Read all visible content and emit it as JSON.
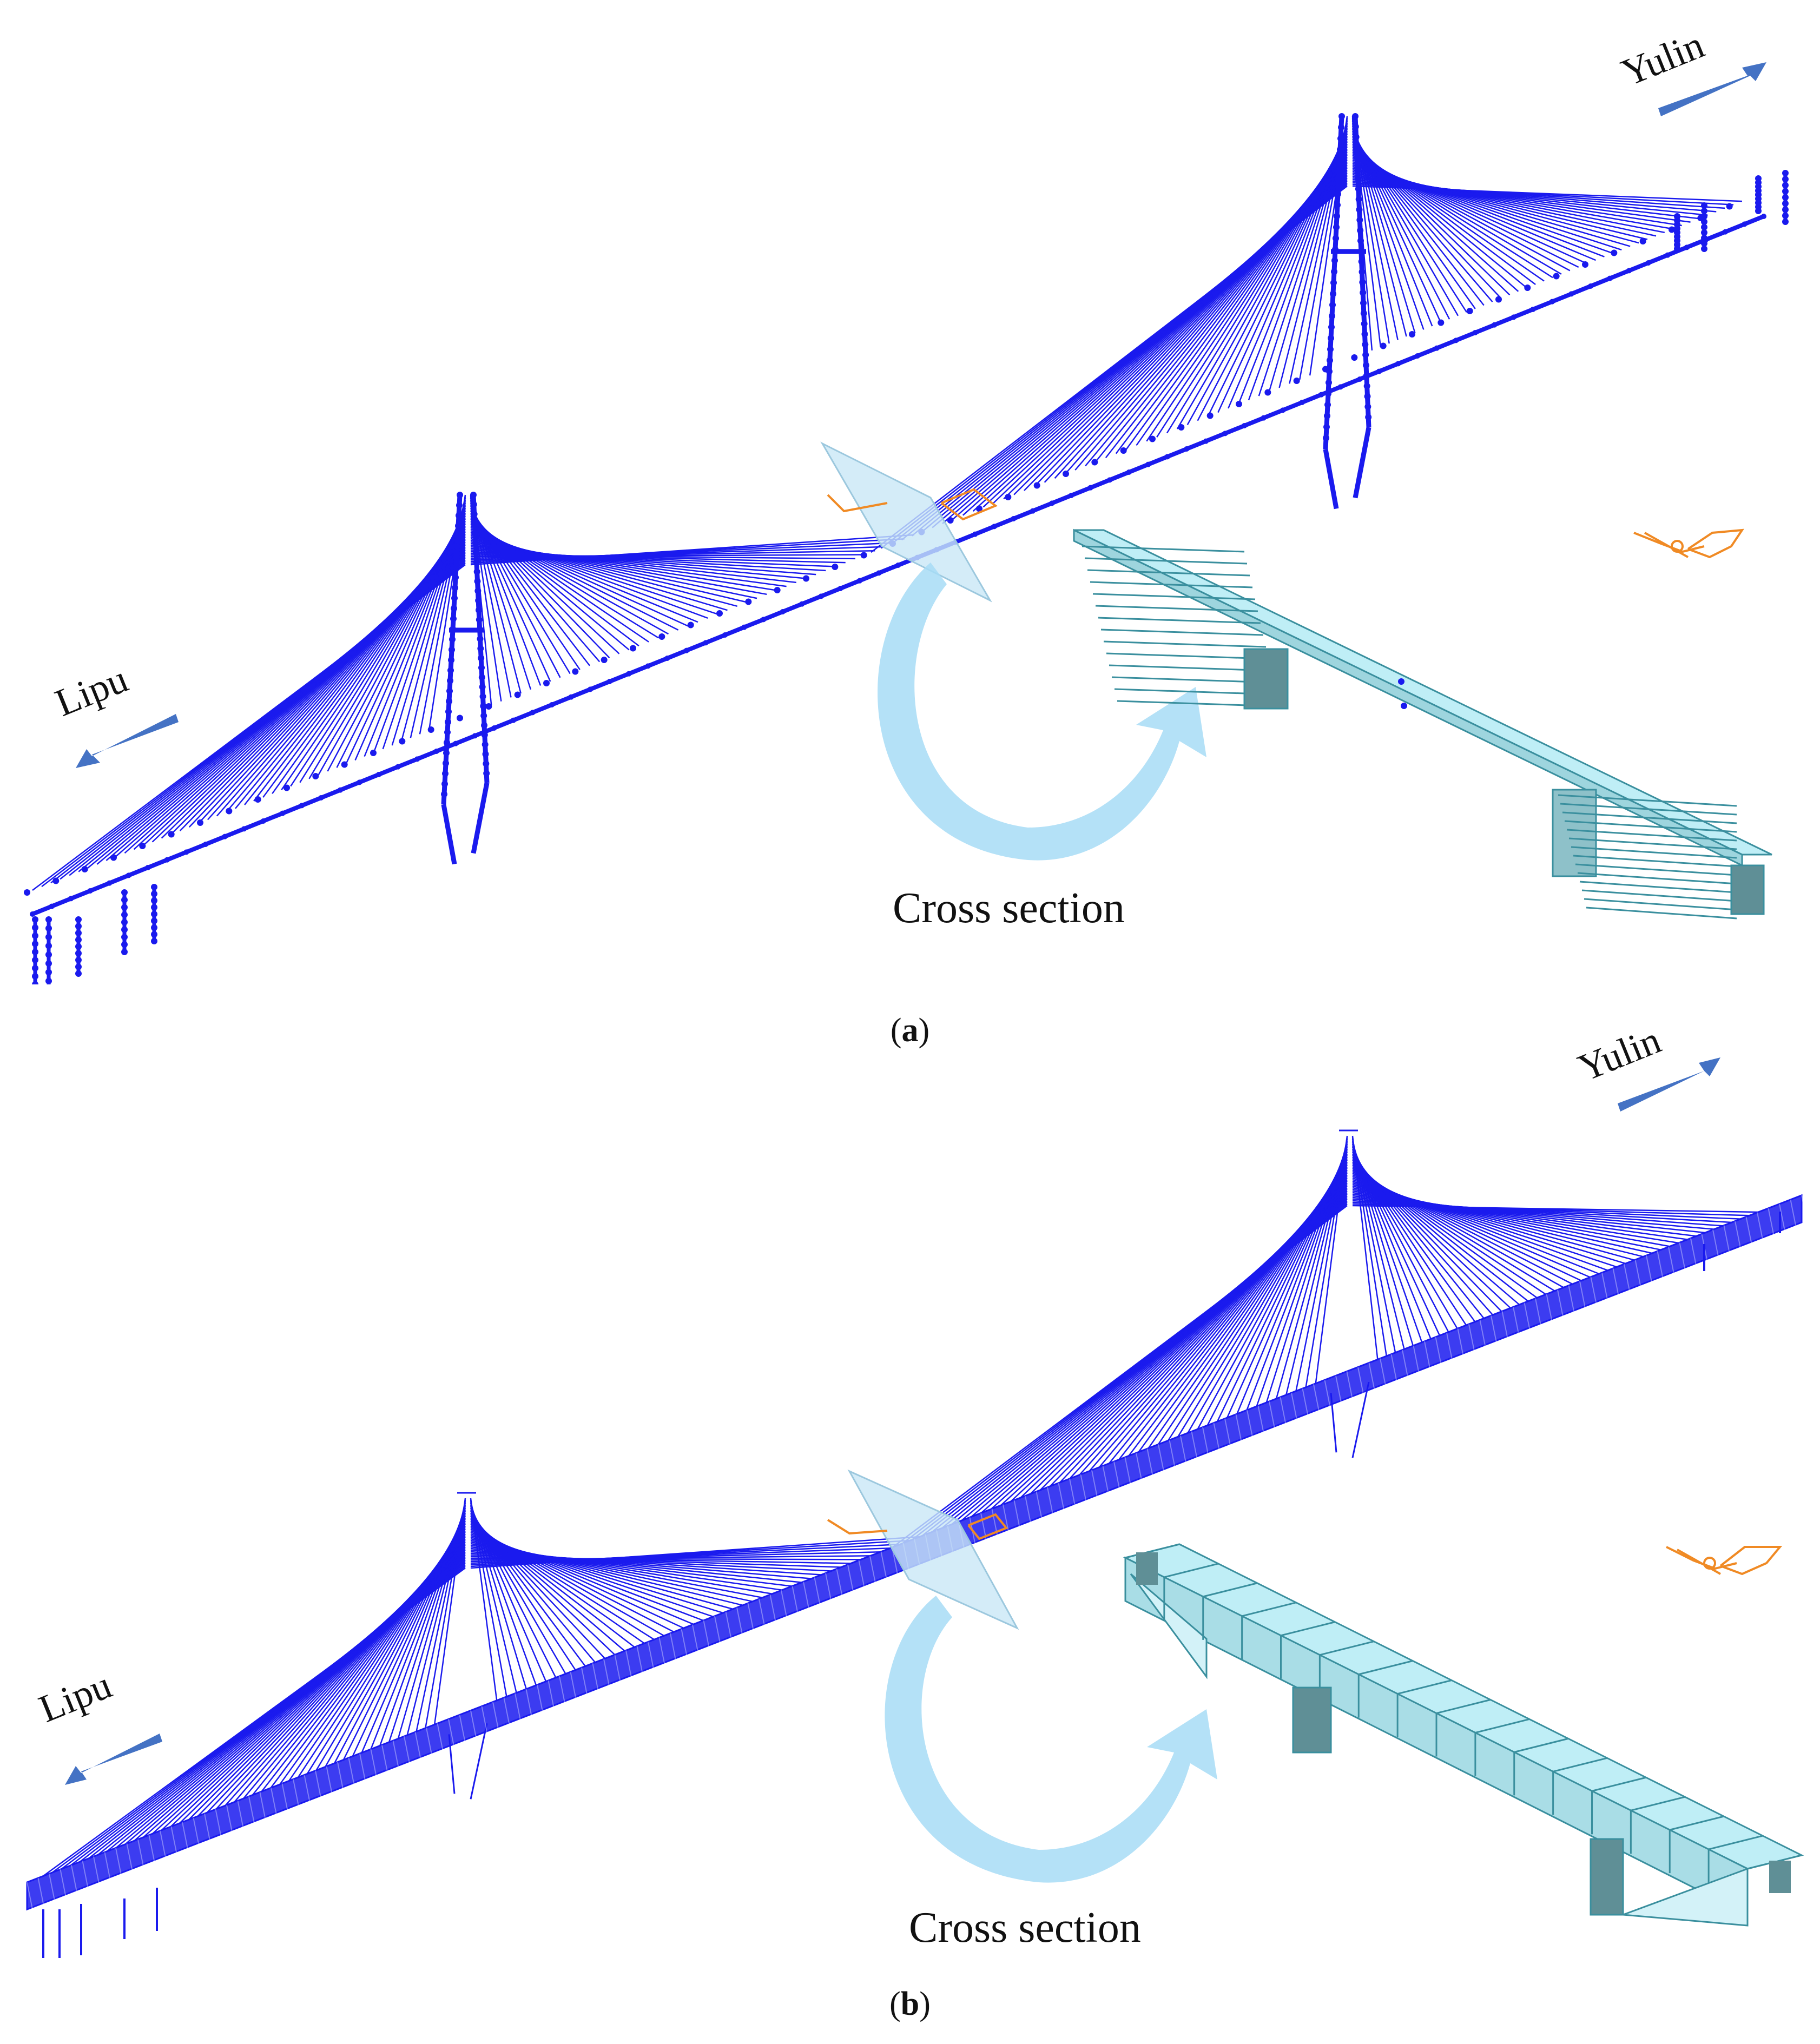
{
  "panels": [
    {
      "id": "a",
      "label_left": "Lipu",
      "label_right": "Yulin",
      "cross_section_label": "Cross section",
      "caption_prefix": "(",
      "caption_letter": "a",
      "caption_suffix": ")"
    },
    {
      "id": "b",
      "label_left": "Lipu",
      "label_right": "Yulin",
      "cross_section_label": "Cross section",
      "caption_prefix": "(",
      "caption_letter": "b",
      "caption_suffix": ")"
    }
  ],
  "colors": {
    "model_blue": "#1a1aee",
    "arrow_blue": "#4472c4",
    "section_fill": "#bfeef6",
    "section_dark": "#5f8f96",
    "section_edge": "#3a8f9e",
    "orange": "#f08a24",
    "curve_blue": "#9fd6f4"
  }
}
